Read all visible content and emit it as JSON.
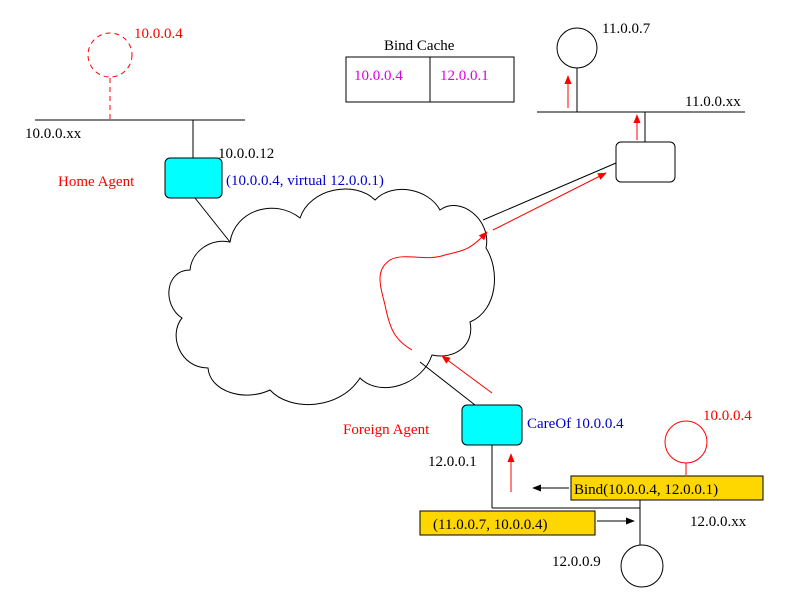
{
  "colors": {
    "stroke": "#000000",
    "red": "#ff0000",
    "blue": "#0000cc",
    "magenta": "#e000e0",
    "agent_fill": "#00ffff",
    "message_fill": "#ffd700"
  },
  "labels": {
    "home_mobile_ip": "10.0.0.4",
    "home_network": "10.0.0.xx",
    "home_agent_ip": "10.0.0.12",
    "home_agent_name": "Home Agent",
    "home_agent_binding": "(10.0.0.4,  virtual 12.0.0.1)",
    "bind_cache_title": "Bind Cache",
    "bind_cache_home": "10.0.0.4",
    "bind_cache_virtual": "12.0.0.1",
    "correspondent_ip": "11.0.0.7",
    "correspondent_network": "11.0.0.xx",
    "foreign_agent_name": "Foreign Agent",
    "foreign_agent_careof": "CareOf 10.0.0.4",
    "foreign_agent_ip": "12.0.0.1",
    "visiting_mobile_ip": "10.0.0.4",
    "bind_message": "Bind(10.0.0.4, 12.0.0.1)",
    "data_message": "(11.0.0.7, 10.0.0.4)",
    "foreign_network": "12.0.0.xx",
    "foreign_host_ip": "12.0.0.9"
  }
}
